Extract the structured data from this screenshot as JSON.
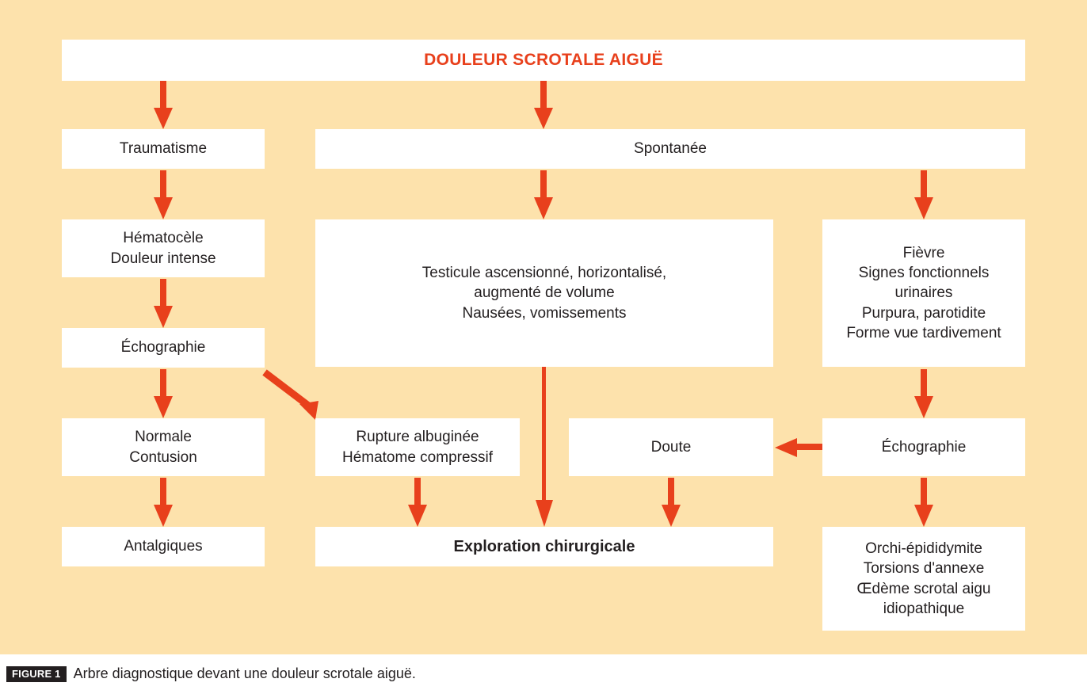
{
  "figure": {
    "background_color": "#fde2ac",
    "accent_color": "#e8401c",
    "text_color": "#231f20",
    "box_fill": "#ffffff",
    "caption_badge_label": "FIGURE 1",
    "caption_text": "Arbre diagnostique devant une douleur scrotale aiguë."
  },
  "nodes": {
    "title": "DOULEUR SCROTALE AIGUË",
    "traumatisme": "Traumatisme",
    "spontanee": "Spontanée",
    "hematocele": "Hématocèle\nDouleur intense",
    "torsion_signs": "Testicule ascensionné, horizontalisé,\naugmenté de volume\nNausées, vomissements",
    "infection_signs": "Fièvre\nSignes fonctionnels\nurinaires\nPurpura, parotidite\nForme vue tardivement",
    "echographie_gauche": "Échographie",
    "normale_contusion": "Normale\nContusion",
    "rupture": "Rupture albuginée\nHématome compressif",
    "doute": "Doute",
    "echographie_droite": "Échographie",
    "antalgiques": "Antalgiques",
    "exploration": "Exploration chirurgicale",
    "diagnostics_droite": "Orchi-épididymite\nTorsions d'annexe\nŒdème scrotal aigu\nidiopathique"
  },
  "arrows": [
    {
      "name": "arrow-title-to-traumatisme",
      "kind": "vertical-down"
    },
    {
      "name": "arrow-title-to-spontanee",
      "kind": "vertical-down"
    },
    {
      "name": "arrow-traumatisme-to-hematocele",
      "kind": "vertical-down"
    },
    {
      "name": "arrow-spontanee-to-torsion-signs",
      "kind": "vertical-down"
    },
    {
      "name": "arrow-spontanee-to-infection-signs",
      "kind": "vertical-down"
    },
    {
      "name": "arrow-hematocele-to-echographie",
      "kind": "vertical-down"
    },
    {
      "name": "arrow-echographie-to-normale",
      "kind": "vertical-down"
    },
    {
      "name": "arrow-echographie-to-rupture",
      "kind": "diagonal-down-right"
    },
    {
      "name": "arrow-torsion-signs-to-exploration",
      "kind": "long-vertical-down"
    },
    {
      "name": "arrow-infection-signs-to-echographie-droite",
      "kind": "vertical-down"
    },
    {
      "name": "arrow-echographie-droite-to-doute",
      "kind": "horizontal-left"
    },
    {
      "name": "arrow-normale-to-antalgiques",
      "kind": "vertical-down"
    },
    {
      "name": "arrow-rupture-to-exploration",
      "kind": "vertical-down"
    },
    {
      "name": "arrow-doute-to-exploration",
      "kind": "vertical-down"
    },
    {
      "name": "arrow-echographie-droite-to-diagnostics",
      "kind": "vertical-down"
    }
  ]
}
